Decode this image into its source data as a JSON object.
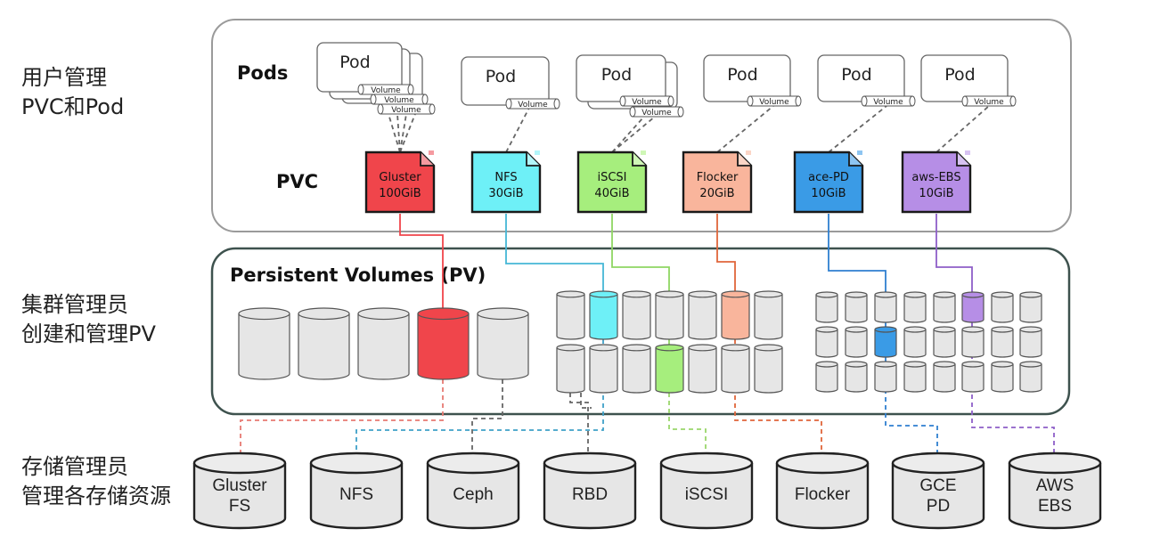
{
  "side_labels": {
    "user": [
      "用户管理",
      "PVC和Pod"
    ],
    "cluster_admin": [
      "集群管理员",
      "创建和管理PV"
    ],
    "storage_admin": [
      "存储管理员",
      "管理各存储资源"
    ]
  },
  "pods_title": "Pods",
  "pvc_title": "PVC",
  "pv_title": "Persistent Volumes (PV)",
  "pod_label": "Pod",
  "volume_label": "Volume",
  "pvcs": [
    {
      "name": "Gluster",
      "size": "100GiB",
      "color": "#f0454b",
      "tab": "#f59aa0"
    },
    {
      "name": "NFS",
      "size": "30GiB",
      "color": "#6ef0f7",
      "tab": "#b2f6fa"
    },
    {
      "name": "iSCSI",
      "size": "40GiB",
      "color": "#a6ee7d",
      "tab": "#cff7b6"
    },
    {
      "name": "Flocker",
      "size": "20GiB",
      "color": "#f9b59c",
      "tab": "#fbd5c6"
    },
    {
      "name": "ace-PD",
      "size": "10GiB",
      "color": "#3a9be6",
      "tab": "#8ec5f1"
    },
    {
      "name": "aws-EBS",
      "size": "10GiB",
      "color": "#b68ee6",
      "tab": "#d7c2f2"
    }
  ],
  "storage": [
    {
      "lines": [
        "Gluster",
        "FS"
      ]
    },
    {
      "lines": [
        "NFS"
      ]
    },
    {
      "lines": [
        "Ceph"
      ]
    },
    {
      "lines": [
        "RBD"
      ]
    },
    {
      "lines": [
        "iSCSI"
      ]
    },
    {
      "lines": [
        "Flocker"
      ]
    },
    {
      "lines": [
        "GCE",
        "PD"
      ]
    },
    {
      "lines": [
        "AWS",
        "EBS"
      ]
    }
  ]
}
